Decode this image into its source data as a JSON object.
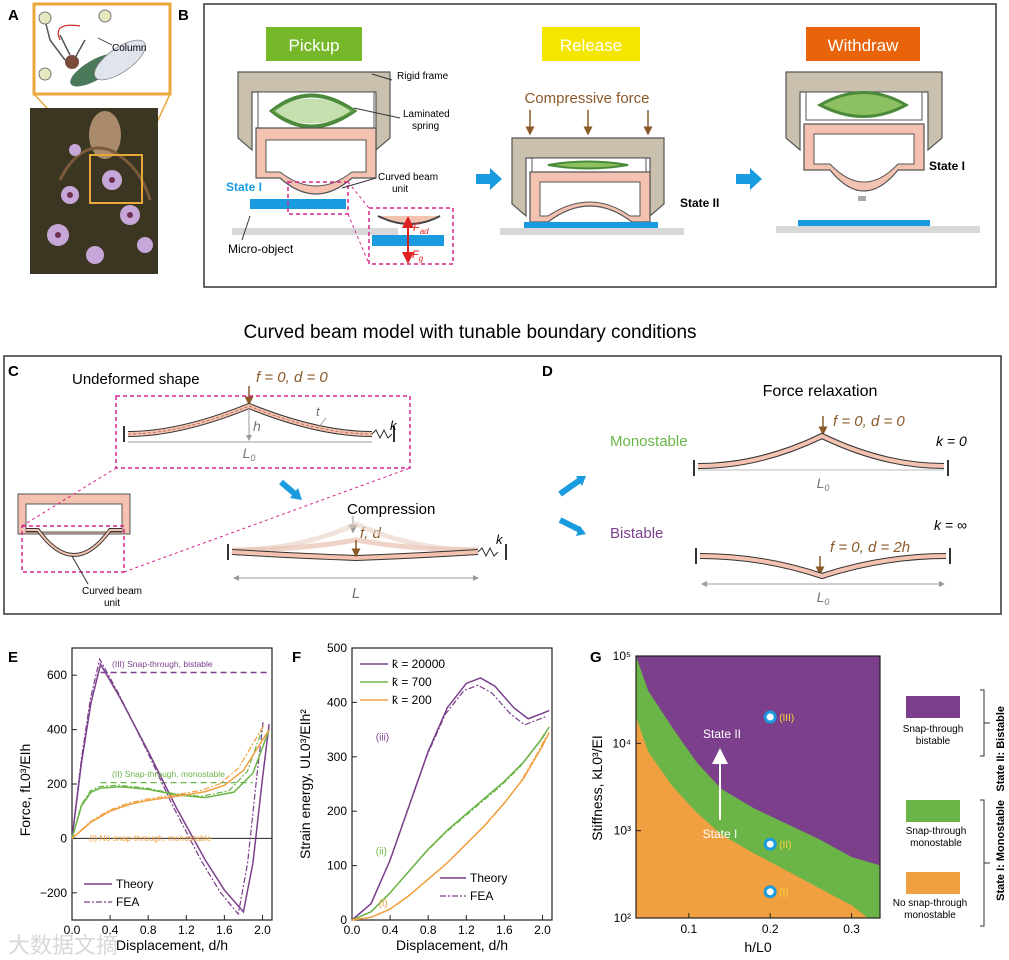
{
  "panels": {
    "A": "A",
    "B": "B",
    "C": "C",
    "D": "D",
    "E": "E",
    "F": "F",
    "G": "G"
  },
  "colors": {
    "pickup": "#76b82a",
    "release": "#f5e600",
    "withdraw": "#e8630a",
    "purple": "#7b3f8c",
    "green": "#6bb548",
    "orange": "#f0a040",
    "blue": "#1a9be0",
    "magenta": "#d6258c",
    "beam": "#f4c2b0",
    "frame": "#c9c0ad",
    "brown": "#8b5a2b"
  },
  "A": {
    "column_label": "Column"
  },
  "B": {
    "stage_pickup": "Pickup",
    "stage_release": "Release",
    "stage_withdraw": "Withdraw",
    "rigid_frame": "Rigid frame",
    "laminated_spring": "Laminated",
    "laminated_spring2": "spring",
    "curved_beam_unit": "Curved beam",
    "curved_beam_unit2": "unit",
    "state1": "State I",
    "state2": "State II",
    "micro_object": "Micro-object",
    "compressive_force": "Compressive force",
    "f_ad": "F",
    "f_ad_sub": "ad",
    "f_g": "F",
    "f_g_sub": "g"
  },
  "section_title": "Curved beam model with tunable boundary conditions",
  "C": {
    "undeformed": "Undeformed shape",
    "f0d0": "f = 0, d = 0",
    "t": "t",
    "h": "h",
    "k": "k",
    "L0": "L",
    "L0_sub": "0",
    "compression": "Compression",
    "fd": "f, d",
    "L": "L",
    "cbu1": "Curved beam",
    "cbu2": "unit"
  },
  "D": {
    "title": "Force relaxation",
    "monostable": "Monostable",
    "bistable": "Bistable",
    "f0d0": "f = 0, d = 0",
    "f0d2h": "f = 0, d = 2h",
    "k0": "k = 0",
    "kinf": "k = ∞",
    "L0": "L",
    "L0_sub": "0"
  },
  "chart_data": [
    {
      "type": "line",
      "panel": "E",
      "ylabel": "Force, fL0³/EIh",
      "xlabel": "Displacement, d/h",
      "xlim": [
        0,
        2.1
      ],
      "ylim": [
        -300,
        700
      ],
      "xticks": [
        "0.0",
        "0.4",
        "0.8",
        "1.2",
        "1.6",
        "2.0"
      ],
      "yticks": [
        "−200",
        "0",
        "200",
        "400",
        "600"
      ],
      "legend": [
        "Theory",
        "FEA"
      ],
      "annotations": [
        "(III) Snap-through, bistable",
        "(II) Snap-through, monostable",
        "(I) No snap-through, monostable"
      ],
      "series": [
        {
          "name": "(III)",
          "x": [
            0,
            0.1,
            0.2,
            0.3,
            0.5,
            0.8,
            1.1,
            1.4,
            1.6,
            1.8,
            1.9,
            2.0,
            2.07
          ],
          "y": [
            0,
            280,
            500,
            640,
            520,
            320,
            110,
            -80,
            -190,
            -270,
            -90,
            220,
            420
          ]
        },
        {
          "name": "(II)",
          "x": [
            0,
            0.1,
            0.2,
            0.3,
            0.5,
            0.8,
            1.1,
            1.4,
            1.7,
            1.9,
            2.07
          ],
          "y": [
            0,
            120,
            170,
            185,
            190,
            180,
            160,
            150,
            170,
            240,
            400
          ]
        },
        {
          "name": "(I)",
          "x": [
            0,
            0.2,
            0.4,
            0.6,
            0.8,
            1.0,
            1.2,
            1.4,
            1.6,
            1.8,
            2.07
          ],
          "y": [
            0,
            60,
            100,
            125,
            140,
            150,
            160,
            172,
            195,
            250,
            400
          ]
        }
      ]
    },
    {
      "type": "line",
      "panel": "F",
      "ylabel": "Strain energy, UL0³/EIh²",
      "xlabel": "Displacement, d/h",
      "xlim": [
        0,
        2.1
      ],
      "ylim": [
        0,
        500
      ],
      "xticks": [
        "0.0",
        "0.4",
        "0.8",
        "1.2",
        "1.6",
        "2.0"
      ],
      "yticks": [
        "0",
        "100",
        "200",
        "300",
        "400",
        "500"
      ],
      "legend": [
        "k̄ = 20000",
        "k̄ = 700",
        "k̄ = 200",
        "Theory",
        "FEA"
      ],
      "series": [
        {
          "name": "k̄ = 20000",
          "x": [
            0,
            0.2,
            0.4,
            0.6,
            0.8,
            1.0,
            1.2,
            1.35,
            1.5,
            1.7,
            1.85,
            2.0,
            2.07
          ],
          "y": [
            0,
            30,
            110,
            210,
            310,
            390,
            435,
            445,
            430,
            390,
            370,
            380,
            385
          ]
        },
        {
          "name": "k̄ = 700",
          "x": [
            0,
            0.2,
            0.4,
            0.6,
            0.8,
            1.0,
            1.2,
            1.4,
            1.6,
            1.8,
            2.0,
            2.07
          ],
          "y": [
            0,
            15,
            50,
            90,
            130,
            165,
            195,
            225,
            255,
            290,
            335,
            355
          ]
        },
        {
          "name": "k̄ = 200",
          "x": [
            0,
            0.2,
            0.4,
            0.6,
            0.8,
            1.0,
            1.2,
            1.4,
            1.6,
            1.8,
            2.0,
            2.07
          ],
          "y": [
            0,
            5,
            20,
            45,
            75,
            105,
            140,
            175,
            215,
            260,
            320,
            345
          ]
        }
      ],
      "annotations": [
        "(iii)",
        "(ii)",
        "(i)"
      ]
    },
    {
      "type": "heatmap",
      "panel": "G",
      "ylabel": "Stiffness, kL0³/EI",
      "xlabel": "h/L0",
      "xticks": [
        "0.1",
        "0.2",
        "0.3"
      ],
      "yticks": [
        "10²",
        "10³",
        "10⁴",
        "10⁵"
      ],
      "regions": [
        "Snap-through bistable",
        "Snap-through monostable",
        "No snap-through monostable"
      ],
      "points": [
        {
          "label": "(III)",
          "x": 0.2,
          "y": 20000
        },
        {
          "label": "(II)",
          "x": 0.2,
          "y": 700
        },
        {
          "label": "(I)",
          "x": 0.2,
          "y": 200
        }
      ],
      "state2": "State II",
      "state1": "State I"
    }
  ],
  "G_legend": {
    "bistable": "Snap-through",
    "bistable2": "bistable",
    "mono": "Snap-through",
    "mono2": "monostable",
    "nosnap": "No snap-through",
    "nosnap2": "monostable",
    "state2": "State II: Bistable",
    "state1": "State I: Monostable"
  },
  "watermark": "大数据文摘"
}
